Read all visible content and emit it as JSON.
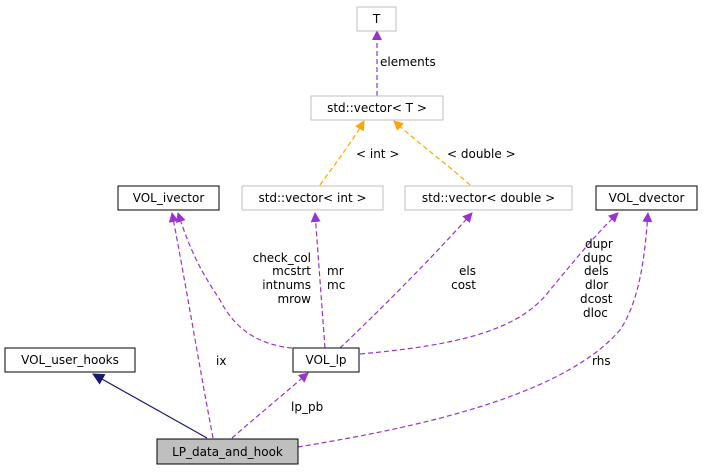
{
  "nodes": {
    "t": "T",
    "std_vector_t": "std::vector< T >",
    "std_vector_int": "std::vector< int >",
    "std_vector_double": "std::vector< double >",
    "vol_ivector": "VOL_ivector",
    "vol_dvector": "VOL_dvector",
    "vol_user_hooks": "VOL_user_hooks",
    "vol_lp": "VOL_lp",
    "lp_data_and_hook": "LP_data_and_hook"
  },
  "edge_labels": {
    "elements": "elements",
    "int": "< int >",
    "double": "< double >",
    "ivector_members": [
      "check_col",
      "mcstrt",
      "intnums",
      "mrow"
    ],
    "int_members": [
      "mr",
      "mc"
    ],
    "double_members": [
      "els",
      "cost"
    ],
    "dvector_members": [
      "dupr",
      "dupc",
      "dels",
      "dlor",
      "dcost",
      "dloc"
    ],
    "ix": "ix",
    "lp_pb": "lp_pb",
    "rhs": "rhs"
  },
  "colors": {
    "member_edge": "#9a32cd",
    "template_edge": "#ffa500",
    "inheritance_edge": "#191970",
    "focus_node_fill": "#bfbfbf",
    "weak_node_border": "#bfbfbf"
  }
}
